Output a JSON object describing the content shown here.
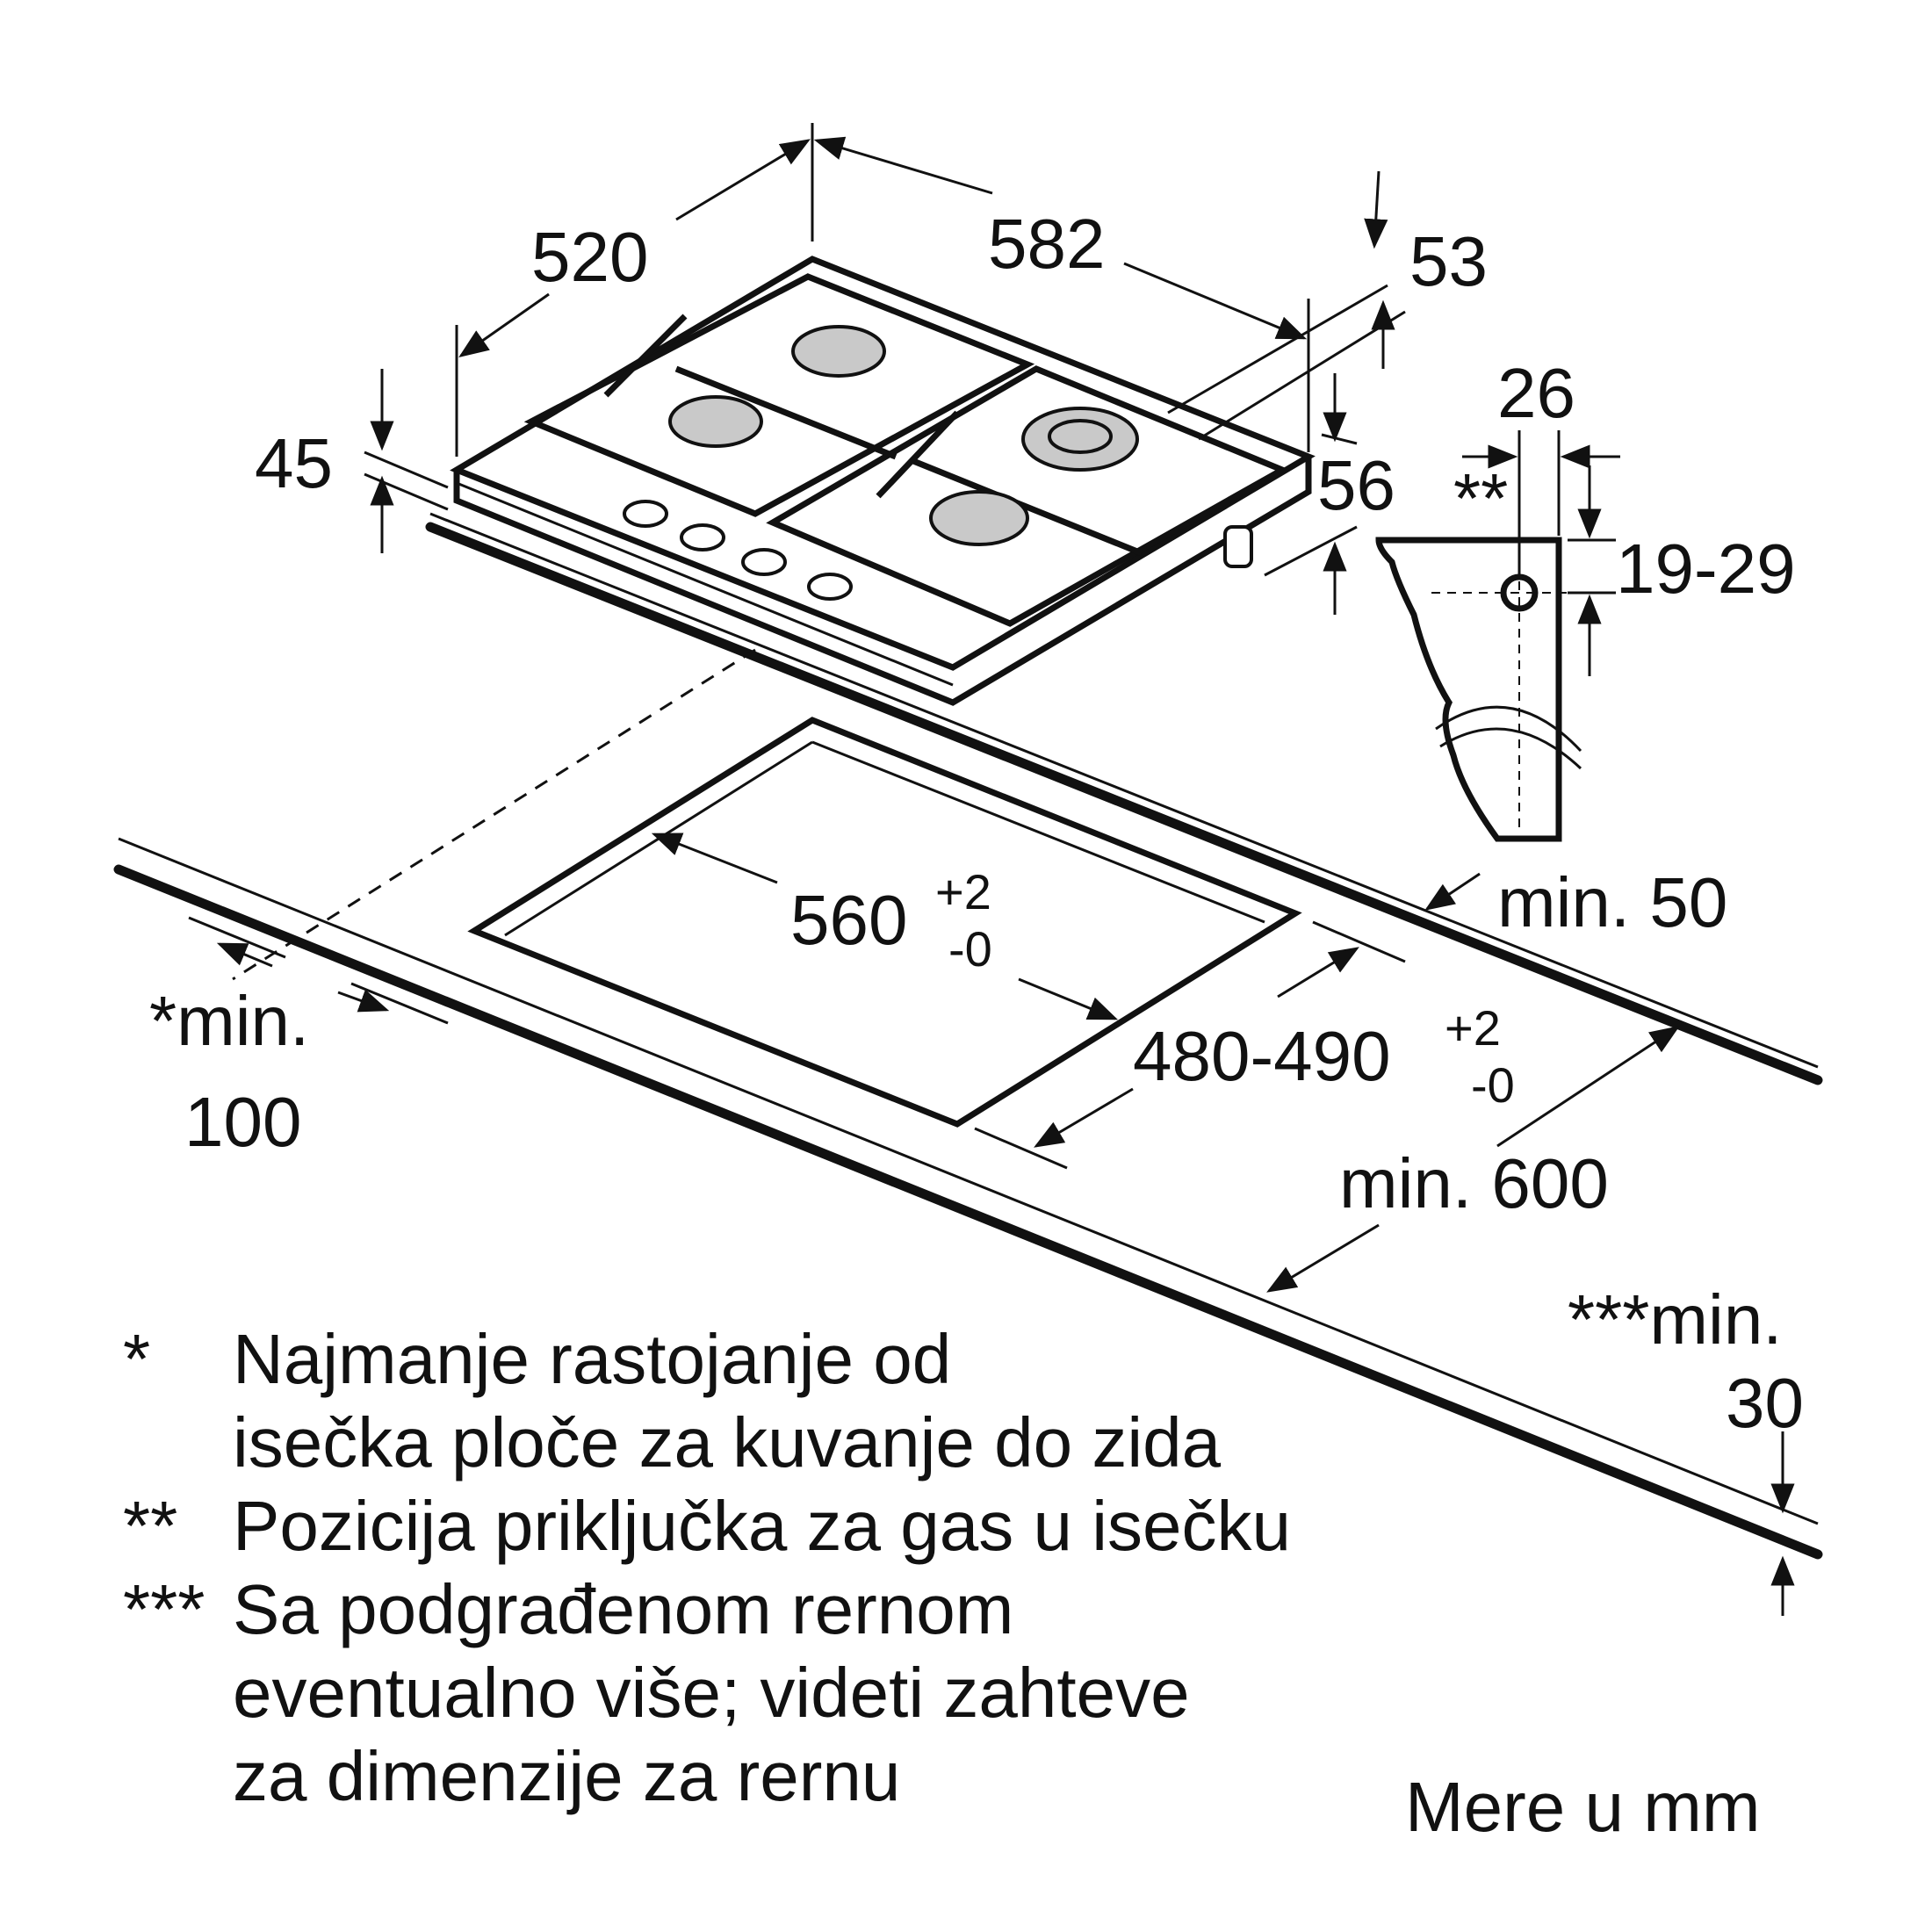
{
  "dimensions": {
    "width_top": "582",
    "depth_top": "520",
    "height": "45",
    "rear_clearance_top": "53",
    "rear_connector": "56",
    "connector_offset": "26",
    "connector_height": "19-29",
    "cutout_width_main": "560",
    "cutout_width_plus": "+2",
    "cutout_width_minus": "-0",
    "cutout_depth_main": "480-490",
    "cutout_depth_plus": "+2",
    "cutout_depth_minus": "-0",
    "min_back": "min. 50",
    "min_side_line1": "*min.",
    "min_side_line2": "100",
    "min_worktop": "min. 600",
    "min_below_line1": "***min.",
    "min_below_line2": "30",
    "gas_marker": "**"
  },
  "notes": [
    {
      "marker": "*",
      "line1": "Najmanje rastojanje od",
      "line2": "isečka ploče za kuvanje do zida"
    },
    {
      "marker": "**",
      "line1": "Pozicija priključka za gas u isečku"
    },
    {
      "marker": "***",
      "line1": "Sa podgrađenom rernom",
      "line2": "eventualno više; videti zahteve",
      "line3": "za dimenzije za rernu"
    }
  ],
  "units_label": "Mere u mm"
}
